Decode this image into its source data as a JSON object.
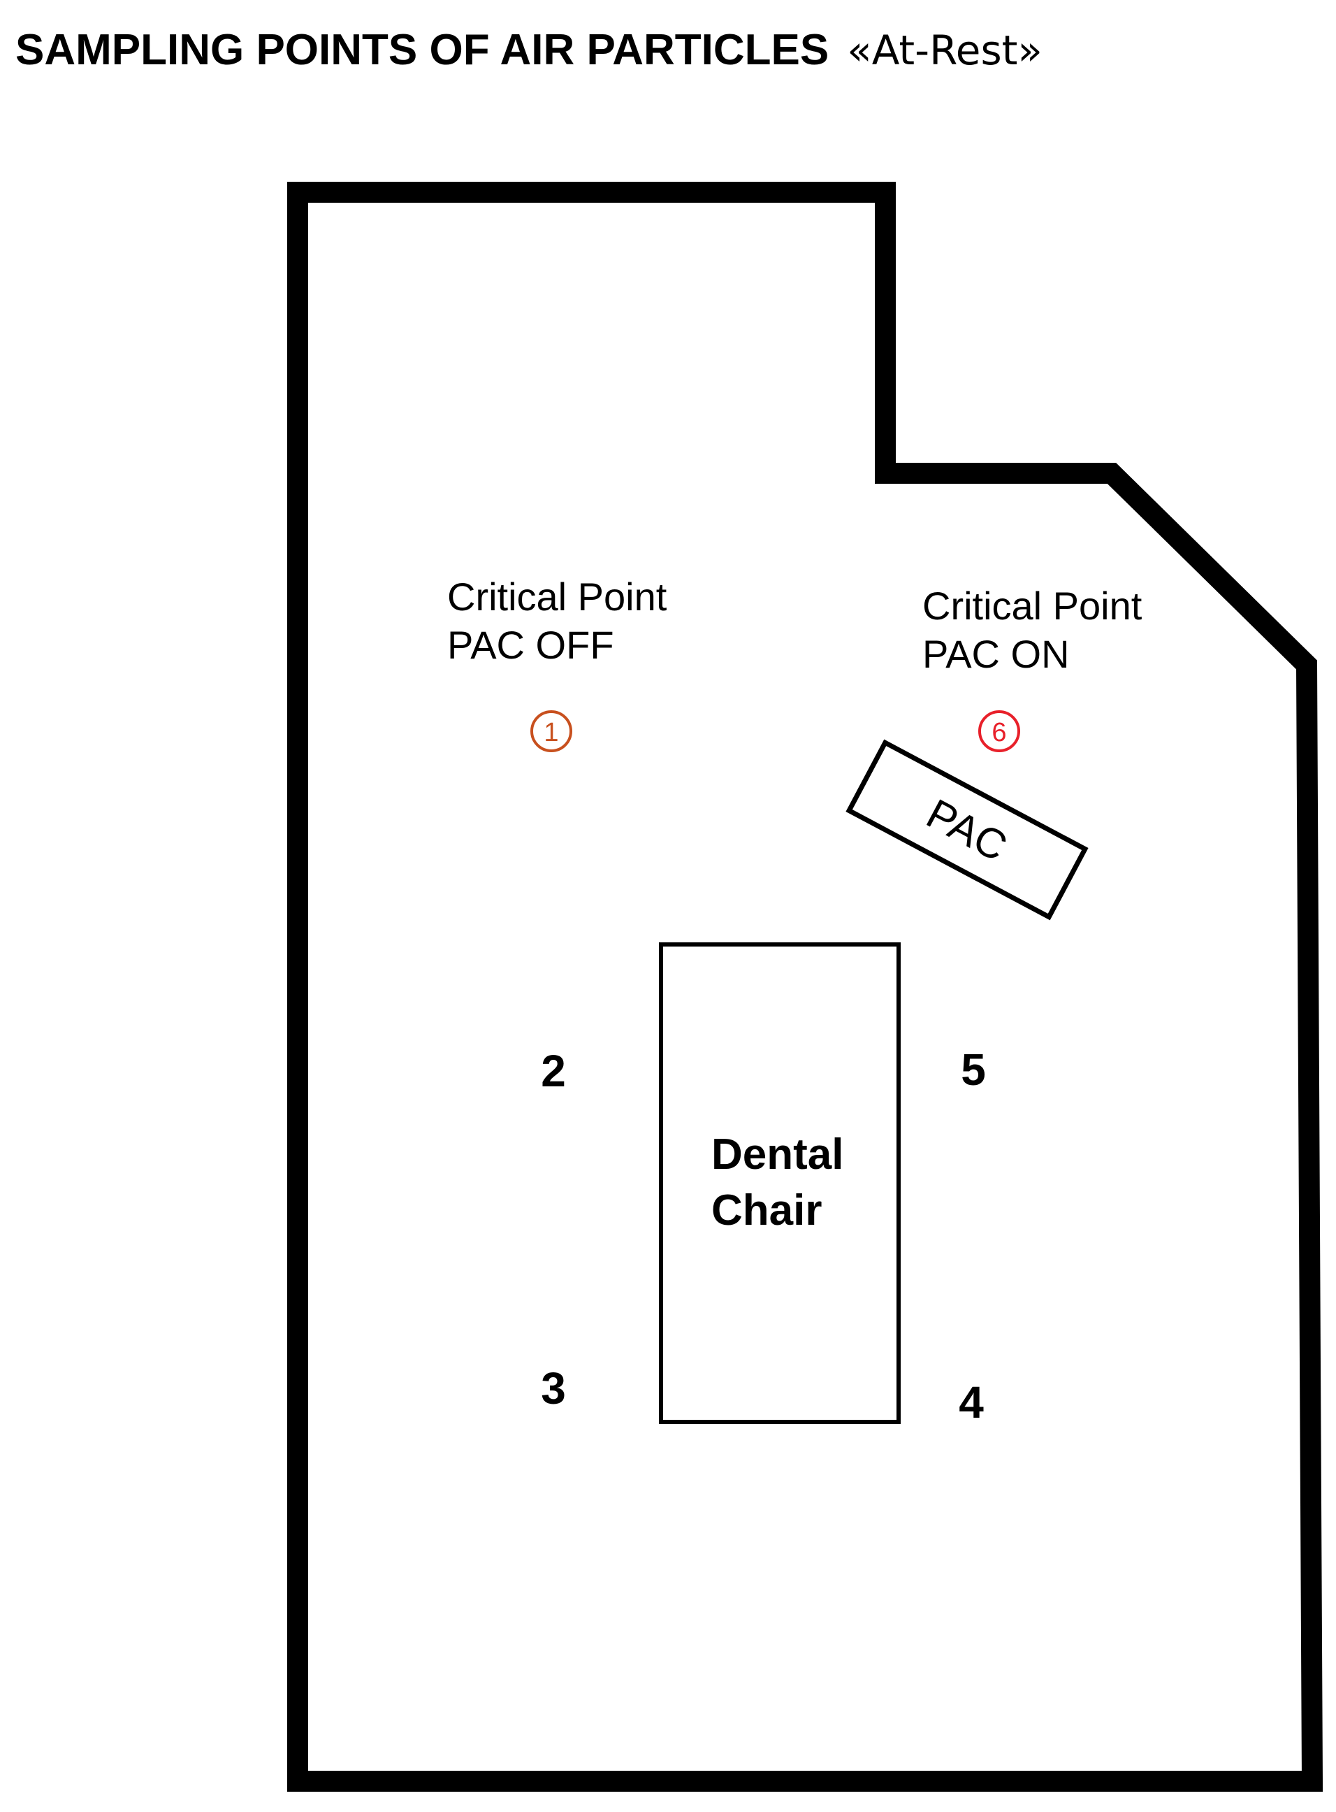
{
  "title": {
    "main": "SAMPLING POINTS OF AIR PARTICLES",
    "sub": "«At-Rest»"
  },
  "critical_points": [
    {
      "line1": "Critical Point",
      "line2": "PAC OFF",
      "number": "1",
      "color": "#c8501e"
    },
    {
      "line1": "Critical Point",
      "line2": "PAC ON",
      "number": "6",
      "color": "#e8202a"
    }
  ],
  "sampling_points": [
    "2",
    "3",
    "4",
    "5"
  ],
  "dental_chair": {
    "line1": "Dental",
    "line2": "Chair"
  },
  "pac_unit": {
    "label": "PAC"
  }
}
